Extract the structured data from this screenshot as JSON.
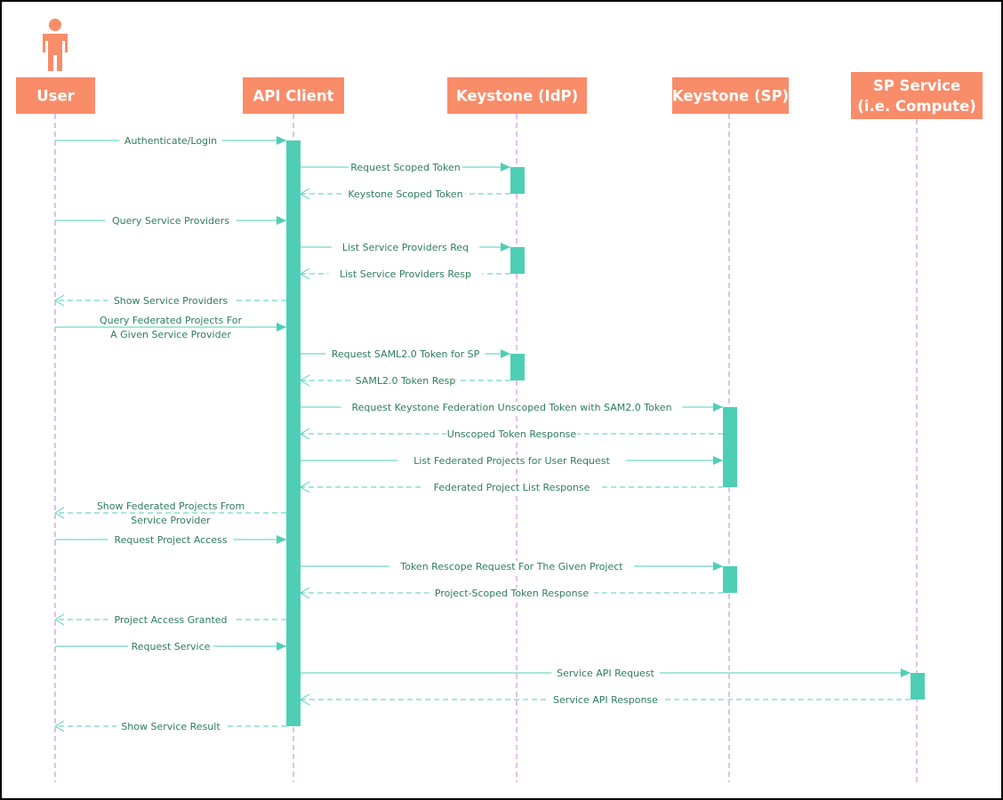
{
  "colors": {
    "header_fill": "#f98c69",
    "header_text": "#ffffff",
    "activation_fill": "#4ecfb5",
    "message_line": "#4ecfb5",
    "lifeline": "#c77de0",
    "label_text": "#2e7d5b",
    "actor_fill": "#f98c69"
  },
  "participants": [
    {
      "id": "user",
      "label": [
        "User"
      ],
      "icon": "person-icon"
    },
    {
      "id": "api",
      "label": [
        "API Client"
      ]
    },
    {
      "id": "idp",
      "label": [
        "Keystone (IdP)"
      ]
    },
    {
      "id": "sp",
      "label": [
        "Keystone (SP)"
      ]
    },
    {
      "id": "svc",
      "label": [
        "SP Service",
        "(i.e. Compute)"
      ]
    }
  ],
  "messages": [
    {
      "from": "user",
      "to": "api",
      "kind": "request",
      "label": [
        "Authenticate/Login"
      ]
    },
    {
      "from": "api",
      "to": "idp",
      "kind": "request",
      "label": [
        "Request Scoped Token"
      ]
    },
    {
      "from": "idp",
      "to": "api",
      "kind": "response",
      "label": [
        "Keystone Scoped Token"
      ]
    },
    {
      "from": "user",
      "to": "api",
      "kind": "request",
      "label": [
        "Query Service Providers"
      ]
    },
    {
      "from": "api",
      "to": "idp",
      "kind": "request",
      "label": [
        "List Service Providers Req"
      ]
    },
    {
      "from": "idp",
      "to": "api",
      "kind": "response",
      "label": [
        "List Service Providers Resp"
      ]
    },
    {
      "from": "api",
      "to": "user",
      "kind": "response",
      "label": [
        "Show Service Providers"
      ]
    },
    {
      "from": "user",
      "to": "api",
      "kind": "request",
      "label": [
        "Query Federated Projects For",
        "A Given Service Provider"
      ]
    },
    {
      "from": "api",
      "to": "idp",
      "kind": "request",
      "label": [
        "Request SAML2.0 Token for SP"
      ]
    },
    {
      "from": "idp",
      "to": "api",
      "kind": "response",
      "label": [
        "SAML2.0 Token Resp"
      ]
    },
    {
      "from": "api",
      "to": "sp",
      "kind": "request",
      "label": [
        "Request Keystone Federation Unscoped Token with SAM2.0 Token"
      ]
    },
    {
      "from": "sp",
      "to": "api",
      "kind": "response",
      "label": [
        "Unscoped Token Response"
      ]
    },
    {
      "from": "api",
      "to": "sp",
      "kind": "request",
      "label": [
        "List Federated Projects for User Request"
      ]
    },
    {
      "from": "sp",
      "to": "api",
      "kind": "response",
      "label": [
        "Federated Project List Response"
      ]
    },
    {
      "from": "api",
      "to": "user",
      "kind": "response",
      "label": [
        "Show Federated Projects From",
        "Service Provider"
      ]
    },
    {
      "from": "user",
      "to": "api",
      "kind": "request",
      "label": [
        "Request Project Access"
      ]
    },
    {
      "from": "api",
      "to": "sp",
      "kind": "request",
      "label": [
        "Token Rescope Request For The Given Project"
      ]
    },
    {
      "from": "sp",
      "to": "api",
      "kind": "response",
      "label": [
        "Project-Scoped Token Response"
      ]
    },
    {
      "from": "api",
      "to": "user",
      "kind": "response",
      "label": [
        "Project Access Granted"
      ]
    },
    {
      "from": "user",
      "to": "api",
      "kind": "request",
      "label": [
        "Request Service"
      ]
    },
    {
      "from": "api",
      "to": "svc",
      "kind": "request",
      "label": [
        "Service API Request"
      ]
    },
    {
      "from": "svc",
      "to": "api",
      "kind": "response",
      "label": [
        "Service API Response"
      ]
    },
    {
      "from": "api",
      "to": "user",
      "kind": "response",
      "label": [
        "Show Service Result"
      ]
    }
  ],
  "activations": [
    {
      "participant": "api",
      "from_msg": 0,
      "to_msg": 22
    },
    {
      "participant": "idp",
      "from_msg": 1,
      "to_msg": 2
    },
    {
      "participant": "idp",
      "from_msg": 4,
      "to_msg": 5
    },
    {
      "participant": "idp",
      "from_msg": 8,
      "to_msg": 9
    },
    {
      "participant": "sp",
      "from_msg": 10,
      "to_msg": 13
    },
    {
      "participant": "sp",
      "from_msg": 16,
      "to_msg": 17
    },
    {
      "participant": "svc",
      "from_msg": 20,
      "to_msg": 21
    }
  ]
}
